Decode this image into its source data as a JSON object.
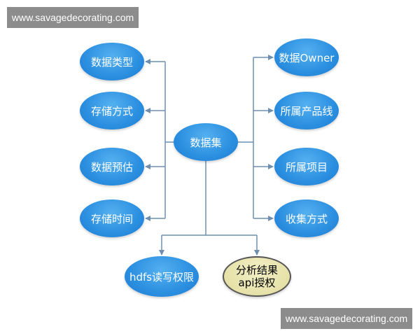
{
  "watermark": {
    "top": "www.savagedecorating.com",
    "bottom": "www.savagedecorating.com"
  },
  "diagram": {
    "center": "数据集",
    "left": [
      "数据类型",
      "存储方式",
      "数据预估",
      "存储时间"
    ],
    "right": [
      "数据Owner",
      "所属产品线",
      "所属项目",
      "收集方式"
    ],
    "bottom": [
      "hdfs读写权限",
      "分析结果\napi授权"
    ]
  },
  "colors": {
    "node_fill": "#2b8fe0",
    "special_node_fill": "#e6e1a8",
    "connector": "#6f8fb0",
    "watermark_bg": "#8c8c8c"
  }
}
